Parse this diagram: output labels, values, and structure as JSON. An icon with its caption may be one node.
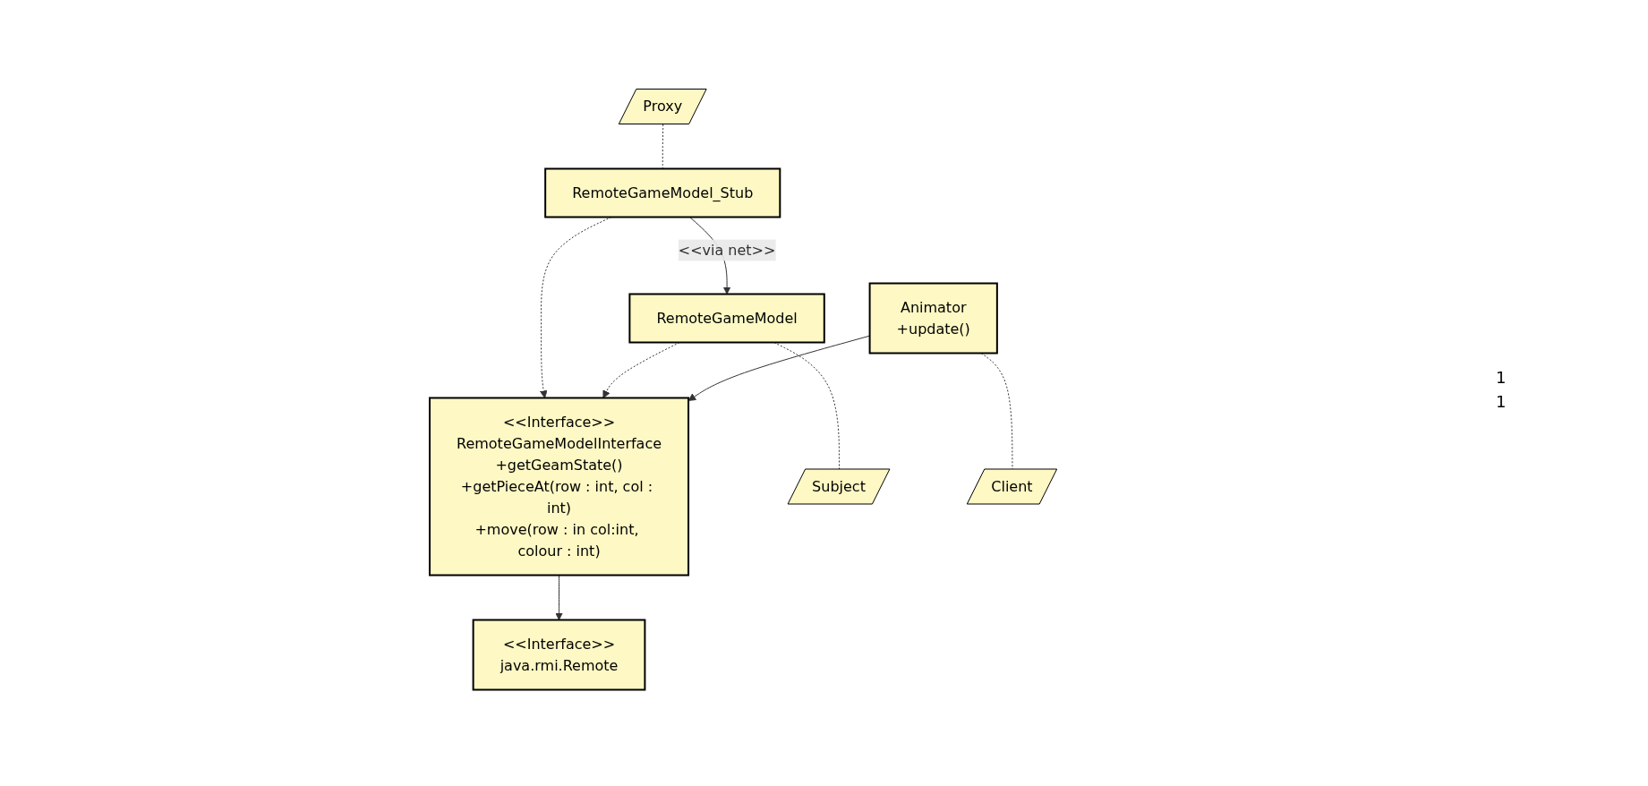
{
  "diagram": {
    "nodes": [
      {
        "text": [
          "Proxy"
        ]
      },
      {
        "text": [
          "RemoteGameModel_Stub"
        ]
      },
      {
        "text": [
          "RemoteGameModel"
        ]
      },
      {
        "text": [
          "Animator",
          "+update()"
        ]
      },
      {
        "text": [
          "<<Interface>>",
          "RemoteGameModelInterface",
          "+getGeamState()",
          "+getPieceAt(row : int, col : int)",
          "+move(row : in col:int, colour : int)"
        ]
      },
      {
        "text": [
          "Subject"
        ]
      },
      {
        "text": [
          "Client"
        ]
      },
      {
        "text": [
          "<<Interface>>",
          "java.rmi.Remote"
        ]
      }
    ],
    "edges": [
      {
        "from": 0,
        "to": 1,
        "arrow": "none",
        "style": "dashed"
      },
      {
        "from": 1,
        "to": 2,
        "arrow": "to",
        "label": "<<via net>>"
      },
      {
        "from": 1,
        "to": 4,
        "arrow": "to",
        "style": "dashed"
      },
      {
        "from": 2,
        "to": 4,
        "arrow": "to",
        "style": "dashed"
      },
      {
        "from": 2,
        "to": 5,
        "arrow": "none",
        "style": "dashed"
      },
      {
        "from": 3,
        "to": 4,
        "arrow": "to"
      },
      {
        "from": 3,
        "to": 6,
        "arrow": "none",
        "style": "dashed"
      },
      {
        "from": 4,
        "to": 7,
        "arrow": "to"
      }
    ],
    "labels": [
      "1",
      "1"
    ]
  }
}
